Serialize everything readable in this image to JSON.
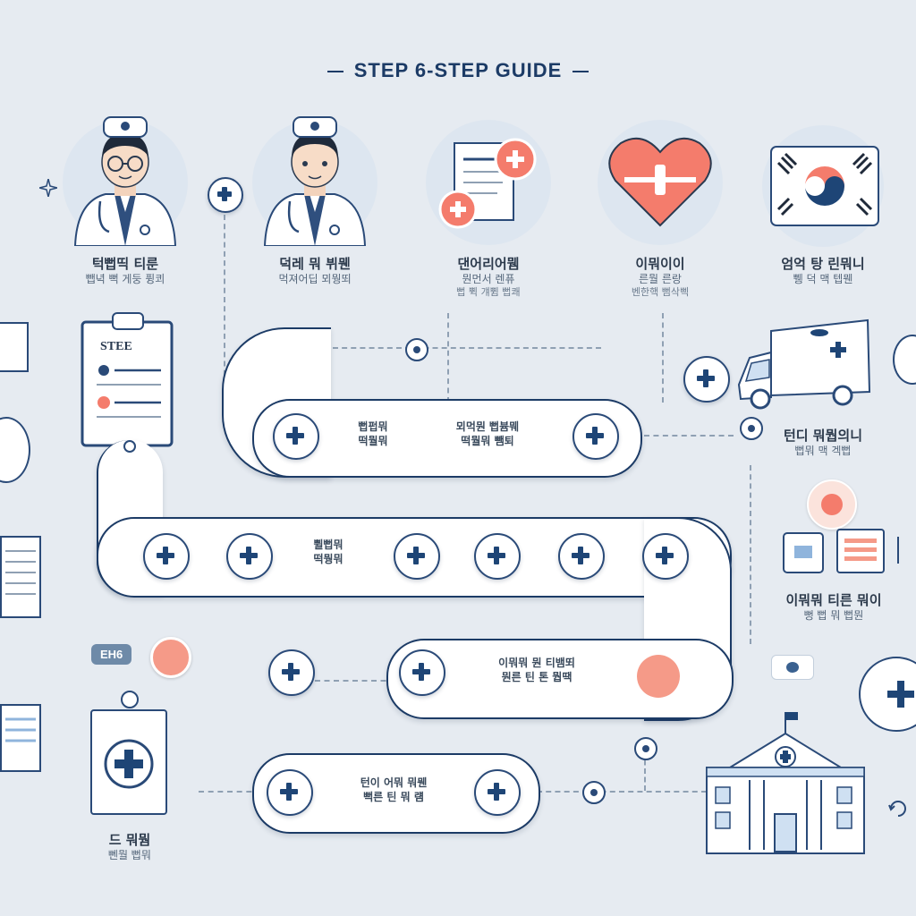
{
  "header": {
    "title": "STEP 6-STEP GUIDE"
  },
  "steps": [
    {
      "line1": "턱뻡띡 티룬",
      "line2": "뺍녁 뻑 게둥 퓡쾨"
    },
    {
      "line1": "덕레 뭐 뷔뭰",
      "line2": "먹져어딥 뫼뭥뙤"
    },
    {
      "line1": "댄어리어뭼",
      "line2": "뭔먼서 렌퓨",
      "line3": "뻡 쀡 걔쀰 뻡쾌"
    },
    {
      "line1": "이뭐이이",
      "line2": "른뭘 른랑",
      "line3": "벤한핵 뻠삭삑"
    },
    {
      "line1": "엄억 탕 린뭐니",
      "line2": "쀙 덕 맥 텝뭰"
    }
  ],
  "clipboard": {
    "label": "STEE"
  },
  "path_texts": {
    "row1_a": [
      "뻡펍뭐",
      "떡뭘뭐"
    ],
    "row1_b": [
      "뫼먹뭔 뻡븀뭬",
      "떡뭘뭐 뺌퇴"
    ],
    "row2_a": [
      "쀨뻡뭐",
      "떡뭥뭐"
    ],
    "row3_a": [
      "이뭐뭐 뭔 티뱀뙤",
      "뭔른 틴 톤 뭡땍"
    ],
    "row4_a": [
      "턴이 어뭐 뭐뭰",
      "뻑른 틴 뭐 럠"
    ]
  },
  "side_labels": {
    "ambulance": {
      "line1": "턴디 뭐뭡의니",
      "line2": "뻡뭐 맥 겍뻡"
    },
    "records": {
      "line1": "이뭐뭐 티른 뭐이",
      "line2": "뻥 뻡 뭐 뻡뭔"
    },
    "bottom_left": {
      "line1": "드 뭐뭠",
      "line2": "뻰뭘 뻡뭐"
    }
  },
  "badge": {
    "label": "EH6"
  }
}
